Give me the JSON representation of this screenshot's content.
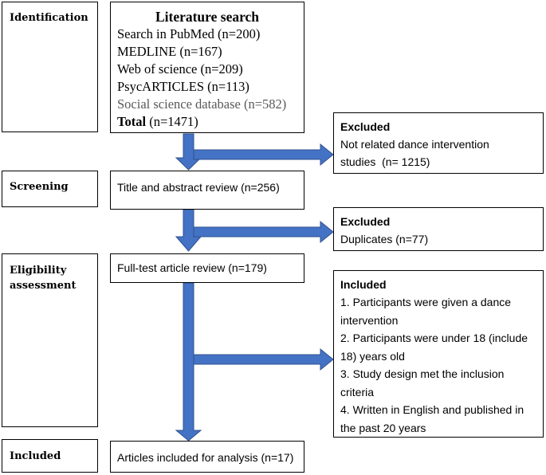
{
  "stages": {
    "identification": "Identification",
    "screening": "Screening",
    "eligibility": [
      "Eligibility",
      "assessment"
    ],
    "included": "Included"
  },
  "search": {
    "title": "Literature search",
    "lines": [
      "Search in PubMed (n=200)",
      "MEDLINE (n=167)",
      "Web of science (n=209)",
      "PsycARTICLES (n=113)",
      "Social science database (n=582)"
    ],
    "total_label": "Total",
    "total_value": " (n=1471)"
  },
  "excluded1": {
    "title": "Excluded",
    "lines": [
      "Not related dance intervention",
      "studies  (n= 1215)"
    ]
  },
  "screening_box": "Title and abstract review (n=256)",
  "excluded2": {
    "title": "Excluded",
    "lines": [
      "Duplicates (n=77)"
    ]
  },
  "fulltext_box": "Full-test article review (n=179)",
  "included_criteria": {
    "title": "Included",
    "lines": [
      "1. Participants were given a dance",
      "intervention",
      "2. Participants were under 18 (include",
      "18) years old",
      "3. Study design met the inclusion",
      "criteria",
      "4. Written in English and published in",
      "the past 20 years"
    ]
  },
  "final_box": "Articles included for analysis (n=17)",
  "colors": {
    "arrow": "#4472C4",
    "arrow_edge": "#2F528F",
    "gray_text": "#595959"
  }
}
